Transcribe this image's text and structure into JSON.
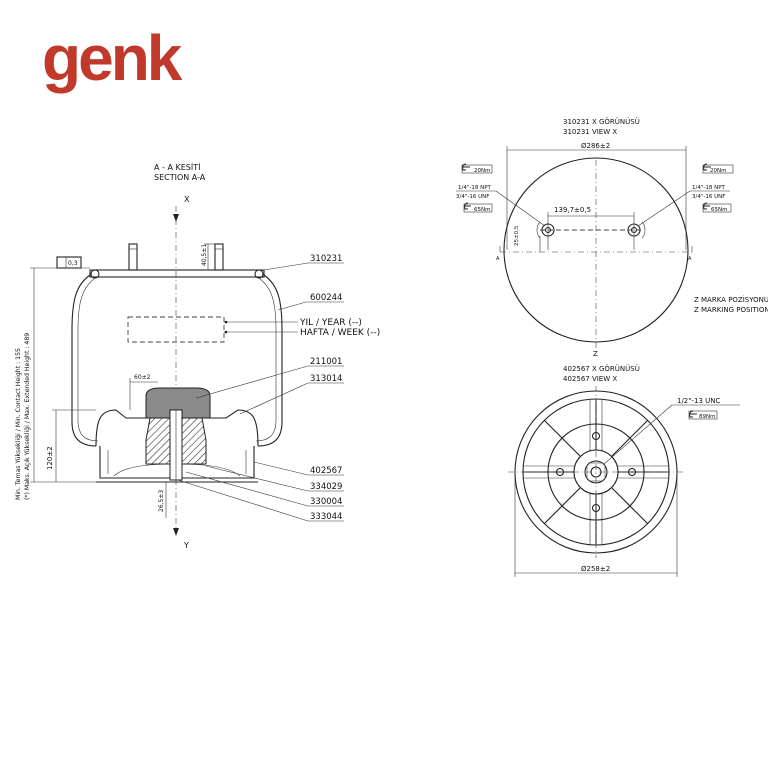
{
  "brand": {
    "logo_text": "genk",
    "logo_color": "#c0392b"
  },
  "section": {
    "title_tr": "A - A KESİTİ",
    "title_en": "SECTION A-A",
    "axis_top": "X",
    "axis_bottom": "Y",
    "vertical_note": "Min. Temas Yüksekliği / Min. Contact Height : 155",
    "vertical_note2": "(*) Maks. Açık Yüksekliği / Max. Extended Height : 489",
    "year_label": "YIL / YEAR (--)",
    "week_label": "HAFTA / WEEK (--)",
    "dim_top": "40,5±1",
    "dim_width": "60±2",
    "dim_height": "120±2",
    "dim_bottom": "26,5±3",
    "tolerance_box": "0,3",
    "parts": [
      "310231",
      "600244",
      "211001",
      "313014",
      "402567",
      "334029",
      "330004",
      "333044"
    ]
  },
  "top_view": {
    "title_tr": "310231 X GÖRÜNÜSÜ",
    "title_en": "310231  VIEW X",
    "diameter": "Ø286±2",
    "torque_upper": "20Nm",
    "torque_lower": "65Nm",
    "thread_npt": "1/4\"-18 NPT",
    "thread_unf": "3/4\"-16 UNF",
    "spacing": "139,7±0,5",
    "offset": "25±0,5",
    "section_mark": "A",
    "z_tr": "Z MARKA POZİSYONU",
    "z_en": "Z MARKING POSITION",
    "z_letter": "Z"
  },
  "bottom_view": {
    "title_tr": "402567 X GÖRÜNÜSÜ",
    "title_en": "402567  VIEW X",
    "thread": "1/2\"-13 UNC",
    "torque": "89Nm",
    "diameter": "Ø258±2"
  }
}
